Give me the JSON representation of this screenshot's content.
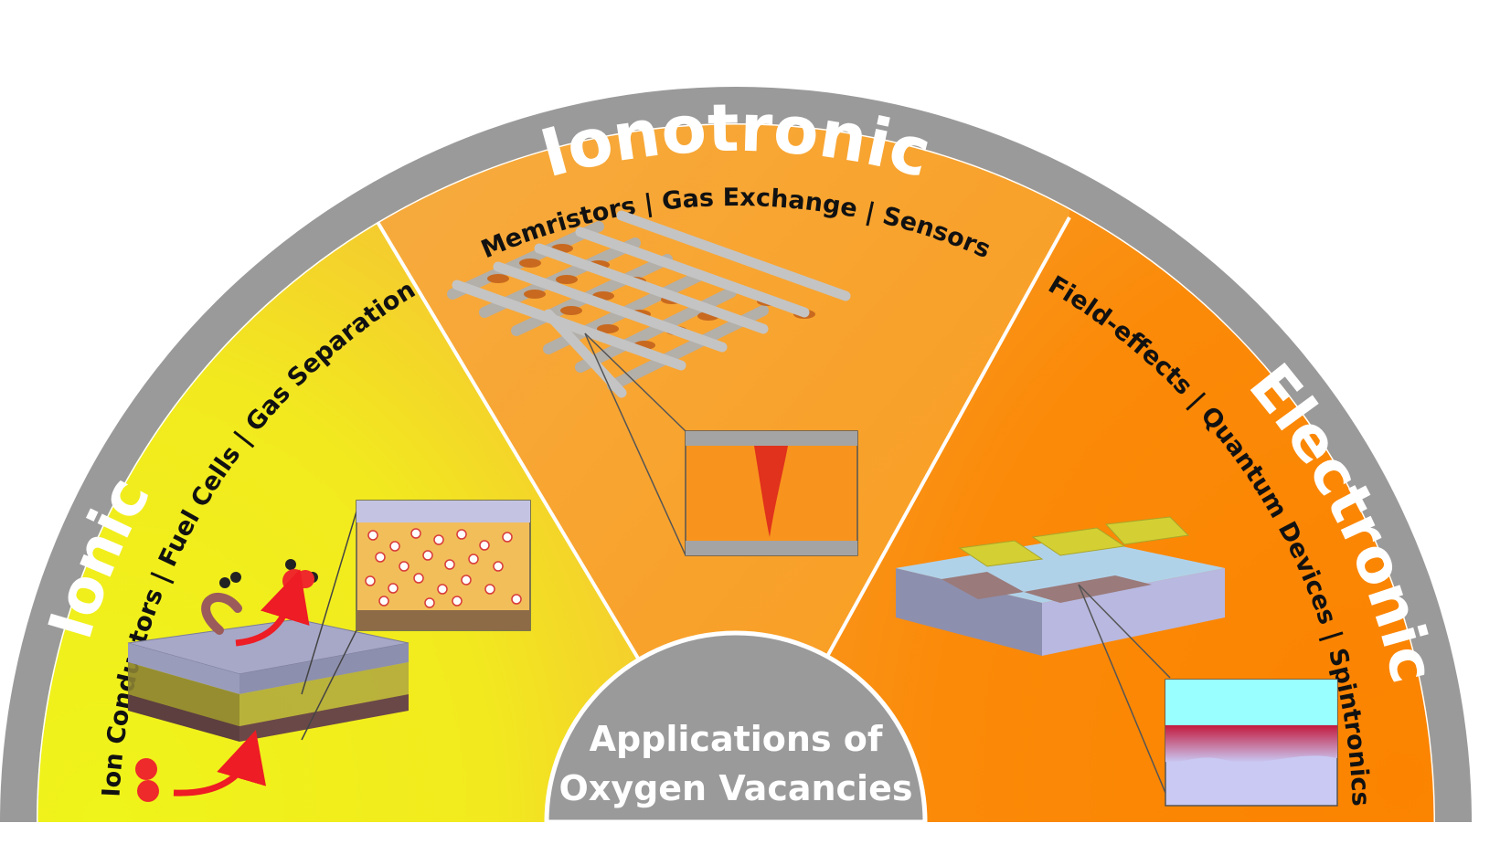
{
  "ring_labels": {
    "ionic": "Ionic",
    "ionotronic": "Ionotronic",
    "electronic": "Electronic"
  },
  "sector_labels": {
    "ionic": "Ion Conductors | Fuel Cells | Gas Separation",
    "ionotronic": "Memristors | Gas Exchange | Sensors",
    "electronic": "Field-effects | Quantum Devices | Spintronics"
  },
  "center": {
    "line1": "Applications of",
    "line2": "Oxygen Vacancies"
  },
  "colors": {
    "ring": "#9a9a9a",
    "ionic_yellow": "#f2ee1c",
    "ionotronic_orange": "#f8a436",
    "electronic_orange": "#fa8500",
    "center_gray": "#9a9a9a",
    "divider": "#ffffff",
    "oxygen_red": "#ee2a2a",
    "interface_crimson": "#c3193d",
    "filament_red": "#e0321c",
    "electrode_gold": "#d4d033"
  }
}
